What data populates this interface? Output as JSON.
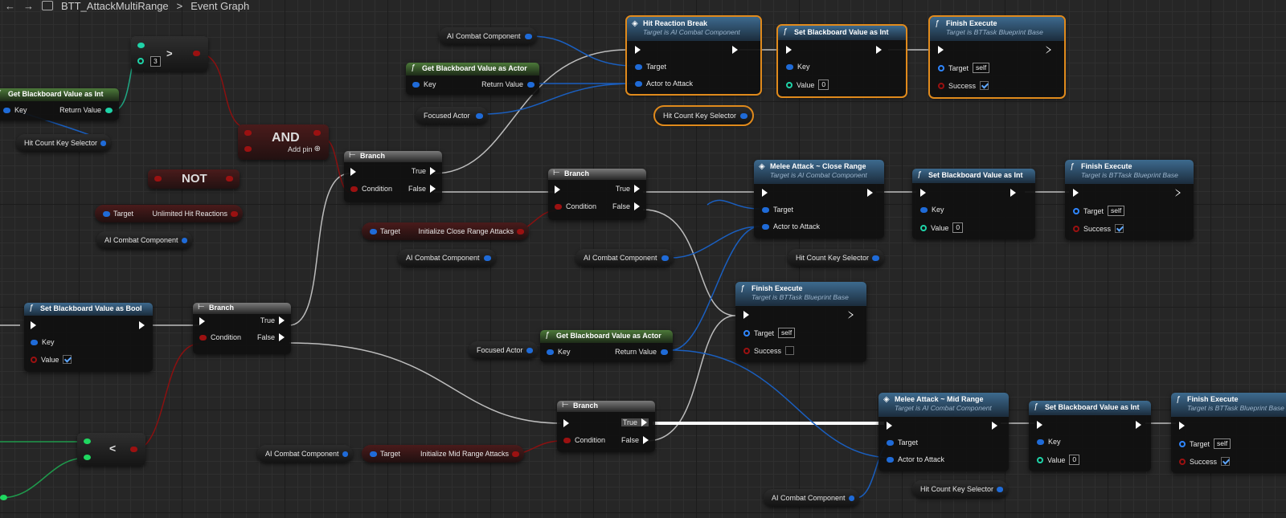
{
  "breadcrumb": {
    "asset": "BTT_AttackMultiRange",
    "graph": "Event Graph",
    "separator": ">"
  },
  "nodes": {
    "get_bb_int": {
      "title": "Get Blackboard Value as Int",
      "key": "Key",
      "ret": "Return Value"
    },
    "hit_key_var1": {
      "label": "Hit Count Key Selector"
    },
    "greater": {
      "sym": ">",
      "val": "3"
    },
    "and": {
      "sym": "AND",
      "add": "Add pin"
    },
    "not": {
      "sym": "NOT"
    },
    "unlimited": {
      "target": "Target",
      "label": "Unlimited Hit Reactions"
    },
    "aicc1": {
      "label": "AI Combat Component"
    },
    "set_bool": {
      "title": "Set Blackboard Value as Bool",
      "key": "Key",
      "value": "Value"
    },
    "branch1": {
      "title": "Branch",
      "cond": "Condition",
      "t": "True",
      "f": "False"
    },
    "less": {
      "sym": "<"
    },
    "aicc_top": {
      "label": "AI Combat Component"
    },
    "get_actor_top": {
      "title": "Get Blackboard Value as Actor",
      "key": "Key",
      "ret": "Return Value"
    },
    "focused_top": {
      "label": "Focused Actor"
    },
    "branch_top": {
      "title": "Branch",
      "cond": "Condition",
      "t": "True",
      "f": "False"
    },
    "hit_break": {
      "title": "Hit Reaction Break",
      "sub": "Target is AI Combat Component",
      "target": "Target",
      "actor": "Actor to Attack"
    },
    "set_int_top": {
      "title": "Set Blackboard Value as Int",
      "key": "Key",
      "value": "Value",
      "val": "0"
    },
    "finish_top": {
      "title": "Finish Execute",
      "sub": "Target is BTTask Blueprint Base",
      "target": "Target",
      "self": "self",
      "success": "Success"
    },
    "hit_key_sel": {
      "label": "Hit Count Key Selector"
    },
    "branch_mid": {
      "title": "Branch",
      "cond": "Condition",
      "t": "True",
      "f": "False"
    },
    "init_close": {
      "target": "Target",
      "label": "Initialize Close Range Attacks"
    },
    "aicc2": {
      "label": "AI Combat Component"
    },
    "aicc3": {
      "label": "AI Combat Component"
    },
    "melee_close": {
      "title": "Melee Attack ~ Close Range",
      "sub": "Target is AI Combat Component",
      "target": "Target",
      "actor": "Actor to Attack"
    },
    "set_int_mid": {
      "title": "Set Blackboard Value as Int",
      "key": "Key",
      "value": "Value",
      "val": "0"
    },
    "finish_mid": {
      "title": "Finish Execute",
      "sub": "Target is BTTask Blueprint Base",
      "target": "Target",
      "self": "self",
      "success": "Success"
    },
    "hit_key_var2": {
      "label": "Hit Count Key Selector"
    },
    "finish_center": {
      "title": "Finish Execute",
      "sub": "Target is BTTask Blueprint Base",
      "target": "Target",
      "self": "self",
      "success": "Success"
    },
    "focused_mid": {
      "label": "Focused Actor"
    },
    "get_actor_mid": {
      "title": "Get Blackboard Value as Actor",
      "key": "Key",
      "ret": "Return Value"
    },
    "branch_bot": {
      "title": "Branch",
      "cond": "Condition",
      "t": "True",
      "f": "False"
    },
    "aicc4": {
      "label": "AI Combat Component"
    },
    "init_mid": {
      "target": "Target",
      "label": "Initialize Mid Range Attacks"
    },
    "melee_mid": {
      "title": "Melee Attack ~ Mid Range",
      "sub": "Target is AI Combat Component",
      "target": "Target",
      "actor": "Actor to Attack"
    },
    "set_int_bot": {
      "title": "Set Blackboard Value as Int",
      "key": "Key",
      "value": "Value",
      "val": "0"
    },
    "finish_bot": {
      "title": "Finish Execute",
      "sub": "Target is BTTask Blueprint Base",
      "target": "Target",
      "self": "self",
      "success": "Success"
    },
    "aicc5": {
      "label": "AI Combat Component"
    },
    "hit_key_var3": {
      "label": "Hit Count Key Selector"
    }
  },
  "colors": {
    "selected": "#e08a1c",
    "exec": "#ffffff",
    "object": "#1f6bd8",
    "int": "#1fd3a8",
    "bool": "#9b1111"
  }
}
